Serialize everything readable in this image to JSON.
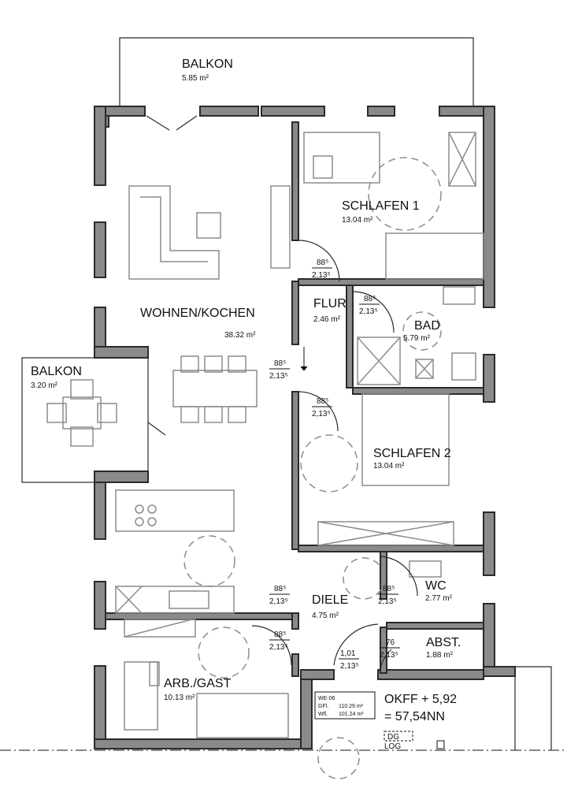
{
  "rooms": [
    {
      "id": "balkon-1",
      "name": "BALKON",
      "area": "5.85 m²"
    },
    {
      "id": "schlafen-1",
      "name": "SCHLAFEN 1",
      "area": "13.04 m²"
    },
    {
      "id": "wohnen",
      "name": "WOHNEN/KOCHEN",
      "area": "38.32 m²"
    },
    {
      "id": "flur",
      "name": "FLUR",
      "area": "2.46 m²"
    },
    {
      "id": "bad",
      "name": "BAD",
      "area": "5.79 m²"
    },
    {
      "id": "balkon-2",
      "name": "BALKON",
      "area": "3.20 m²"
    },
    {
      "id": "schlafen-2",
      "name": "SCHLAFEN 2",
      "area": "13.04 m²"
    },
    {
      "id": "diele",
      "name": "DIELE",
      "area": "4.75 m²"
    },
    {
      "id": "wc",
      "name": "WC",
      "area": "2.77 m²"
    },
    {
      "id": "abst",
      "name": "ABST.",
      "area": "1.88 m²"
    },
    {
      "id": "arb",
      "name": "ARB./GAST",
      "area": "10.13 m²"
    }
  ],
  "doors": [
    {
      "id": "d-schlafen1",
      "width": "88⁵",
      "height": "2,13⁵"
    },
    {
      "id": "d-bad",
      "width": "88⁵",
      "height": "2,13⁵"
    },
    {
      "id": "d-wohnen",
      "width": "88⁵",
      "height": "2,13⁵"
    },
    {
      "id": "d-schlafen2",
      "width": "88⁵",
      "height": "2,13⁵"
    },
    {
      "id": "d-kitchen",
      "width": "88⁵",
      "height": "2,13⁵"
    },
    {
      "id": "d-wc",
      "width": "88⁵",
      "height": "2,13⁵"
    },
    {
      "id": "d-arb",
      "width": "88⁵",
      "height": "2,13⁵"
    },
    {
      "id": "d-entry",
      "width": "1,01",
      "height": "2,13⁵"
    },
    {
      "id": "d-abst",
      "width": "76",
      "height": "2,13⁵"
    }
  ],
  "info_box": {
    "unit": "WE-06",
    "gfl_label": "GFl.",
    "gfl_value": "110.29 m²",
    "wfl_label": "Wfl.",
    "wfl_value": "101.24 m²"
  },
  "level": {
    "line1": "OKFF + 5,92",
    "line2": "= 57,54NN",
    "line3": "DG",
    "line4": "LOG"
  }
}
